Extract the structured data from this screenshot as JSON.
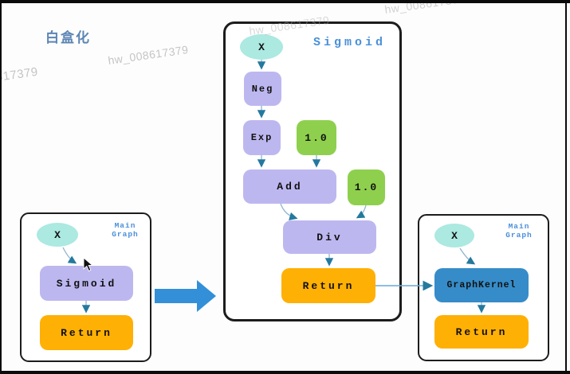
{
  "title": "白盒化",
  "watermarks": {
    "full": "hw_008617379",
    "partial": "8617379"
  },
  "colors": {
    "title_blue": "#5c85b5",
    "label_blue": "#4a90d9",
    "node_purple": "#bdb7f0",
    "node_green": "#8ed04e",
    "node_orange": "#ffb005",
    "node_teal": "#abe9e1",
    "node_blue": "#368cc8",
    "edge": "#24799e",
    "edge_line": "#8fb4d2",
    "big_arrow": "#3390d8"
  },
  "left_graph": {
    "label_line1": "Main",
    "label_line2": "Graph",
    "node_x": "X",
    "node_sigmoid": "Sigmoid",
    "node_return": "Return"
  },
  "sigmoid_graph": {
    "title": "Sigmoid",
    "node_x": "X",
    "node_neg": "Neg",
    "node_exp": "Exp",
    "const_a": "1.0",
    "node_add": "Add",
    "const_b": "1.0",
    "node_div": "Div",
    "node_return": "Return"
  },
  "right_graph": {
    "label_line1": "Main",
    "label_line2": "Graph",
    "node_x": "X",
    "node_graphkernel": "GraphKernel",
    "node_return": "Return"
  }
}
